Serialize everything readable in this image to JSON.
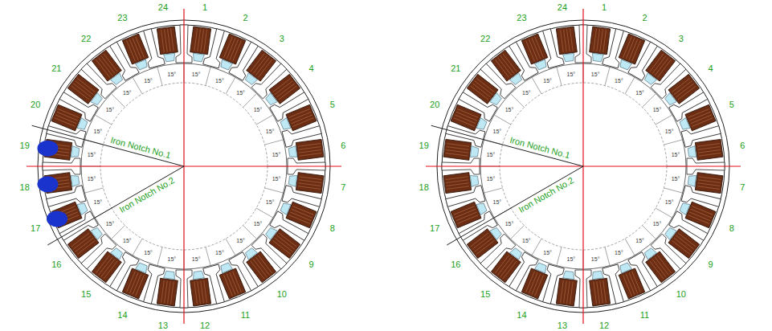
{
  "diagram": {
    "labels": [
      "1",
      "2",
      "3",
      "4",
      "5",
      "6",
      "7",
      "8",
      "9",
      "10",
      "11",
      "12",
      "13",
      "14",
      "15",
      "16",
      "17",
      "18",
      "19",
      "20",
      "21",
      "22",
      "23",
      "24",
      "Iron Notch No.1",
      "Iron Notch No.2",
      "15°",
      "15°",
      "15°",
      "15°",
      "15°",
      "15°",
      "15°",
      "15°",
      "15°",
      "15°",
      "15°",
      "15°",
      "15°",
      "15°",
      "15°",
      "15°",
      "15°",
      "15°",
      "15°",
      "15°",
      "15°",
      "15°",
      "15°",
      "15°",
      "1",
      "2",
      "3",
      "4",
      "5",
      "6",
      "7",
      "8",
      "9",
      "10",
      "11",
      "12",
      "13",
      "14",
      "15",
      "16",
      "17",
      "18",
      "19",
      "20",
      "21",
      "22",
      "23",
      "24",
      "Iron Notch No.1",
      "Iron Notch No.2",
      "15°",
      "15°",
      "15°",
      "15°",
      "15°",
      "15°",
      "15°",
      "15°",
      "15°",
      "15°",
      "15°",
      "15°",
      "15°",
      "15°",
      "15°",
      "15°",
      "15°",
      "15°",
      "15°",
      "15°",
      "15°",
      "15°",
      "15°",
      "15°"
    ]
  }
}
